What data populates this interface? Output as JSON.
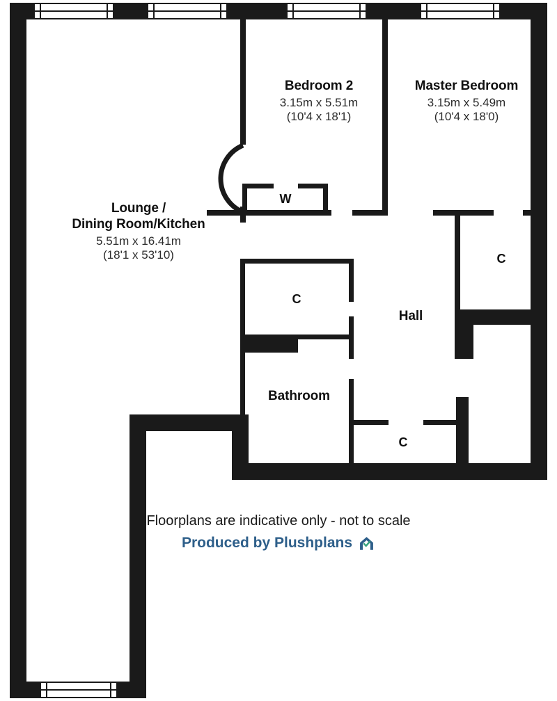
{
  "plan": {
    "rooms": [
      {
        "id": "lounge",
        "name_line1": "Lounge /",
        "name_line2": "Dining Room/Kitchen",
        "dim_metric": "5.51m x 16.41m",
        "dim_imperial": "(18'1 x 53'10)"
      },
      {
        "id": "bedroom2",
        "name": "Bedroom 2",
        "dim_metric": "3.15m x 5.51m",
        "dim_imperial": "(10'4 x 18'1)"
      },
      {
        "id": "master_bedroom",
        "name": "Master Bedroom",
        "dim_metric": "3.15m x 5.49m",
        "dim_imperial": "(10'4 x 18'0)"
      },
      {
        "id": "hall",
        "name": "Hall"
      },
      {
        "id": "bathroom",
        "name": "Bathroom"
      }
    ],
    "tags": [
      {
        "id": "utility-w",
        "label": "W"
      },
      {
        "id": "closet-master",
        "label": "C"
      },
      {
        "id": "closet-middle",
        "label": "C"
      },
      {
        "id": "closet-bottom",
        "label": "C"
      }
    ],
    "colors": {
      "wall": "#1a1a1a",
      "text": "#111111",
      "dim_text": "#2b2b2b",
      "brand_blue": "#2e5f8a",
      "brand_green": "#3aa380",
      "background": "#ffffff"
    }
  },
  "footer": {
    "disclaimer": "Floorplans are indicative only - not to scale",
    "produced_by": "Produced by Plushplans",
    "logo_name": "plushplans-house-check-logo"
  }
}
